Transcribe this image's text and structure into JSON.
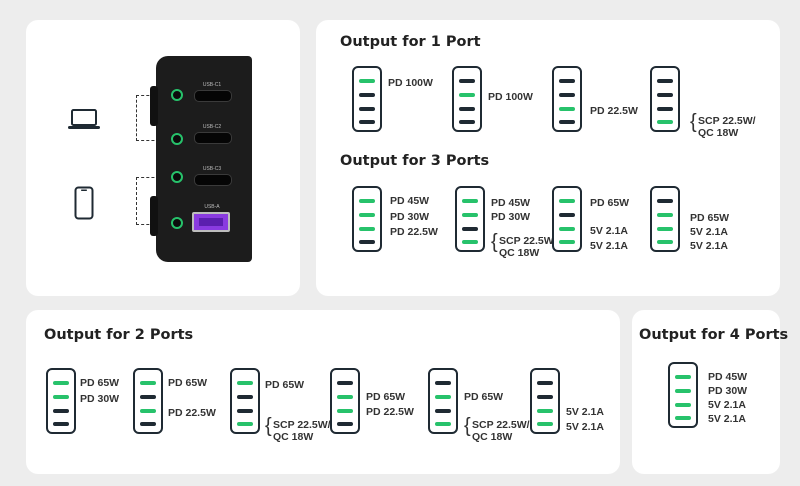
{
  "charger": {
    "ports": [
      "USB-C1",
      "USB-C2",
      "USB-C3",
      "USB-A"
    ],
    "device_icons": [
      "laptop-icon",
      "phone-icon"
    ]
  },
  "sections": {
    "one_port": {
      "title": "Output for 1 Port",
      "configs": [
        {
          "active": [
            1,
            0,
            0,
            0
          ],
          "labels": [
            "PD 100W"
          ]
        },
        {
          "active": [
            0,
            1,
            0,
            0
          ],
          "labels": [
            "PD 100W"
          ]
        },
        {
          "active": [
            0,
            0,
            1,
            0
          ],
          "labels": [
            "PD 22.5W"
          ]
        },
        {
          "active": [
            0,
            0,
            0,
            1
          ],
          "labels": [
            "SCP 22.5W/",
            "QC 18W"
          ]
        }
      ]
    },
    "three_ports": {
      "title": "Output for 3 Ports",
      "configs": [
        {
          "active": [
            1,
            1,
            1,
            0
          ],
          "labels": [
            "PD 45W",
            "PD 30W",
            "PD 22.5W"
          ]
        },
        {
          "active": [
            1,
            1,
            0,
            1
          ],
          "labels": [
            "PD 45W",
            "PD 30W",
            "SCP 22.5W/",
            "QC 18W"
          ]
        },
        {
          "active": [
            1,
            0,
            1,
            1
          ],
          "labels": [
            "PD 65W",
            "5V 2.1A",
            "5V 2.1A"
          ]
        },
        {
          "active": [
            0,
            1,
            1,
            1
          ],
          "labels": [
            "PD 65W",
            "5V 2.1A",
            "5V 2.1A"
          ]
        }
      ]
    },
    "two_ports": {
      "title": "Output for 2 Ports",
      "configs": [
        {
          "active": [
            1,
            1,
            0,
            0
          ],
          "labels": [
            "PD 65W",
            "PD 30W"
          ]
        },
        {
          "active": [
            1,
            0,
            1,
            0
          ],
          "labels": [
            "PD 65W",
            "PD 22.5W"
          ]
        },
        {
          "active": [
            1,
            0,
            0,
            1
          ],
          "labels": [
            "PD 65W",
            "SCP 22.5W/",
            "QC 18W"
          ]
        },
        {
          "active": [
            0,
            1,
            1,
            0
          ],
          "labels": [
            "PD 65W",
            "PD 22.5W"
          ]
        },
        {
          "active": [
            0,
            1,
            0,
            1
          ],
          "labels": [
            "PD 65W",
            "SCP 22.5W/",
            "QC 18W"
          ]
        },
        {
          "active": [
            0,
            0,
            1,
            1
          ],
          "labels": [
            "5V 2.1A",
            "5V 2.1A"
          ]
        }
      ]
    },
    "four_ports": {
      "title": "Output for 4 Ports",
      "configs": [
        {
          "active": [
            1,
            1,
            1,
            1
          ],
          "labels": [
            "PD 45W",
            "PD 30W",
            "5V 2.1A",
            "5V 2.1A"
          ]
        }
      ]
    }
  },
  "colors": {
    "active_bar": "#27c26b",
    "inactive_bar": "#1f2a33",
    "background": "#ededed"
  }
}
